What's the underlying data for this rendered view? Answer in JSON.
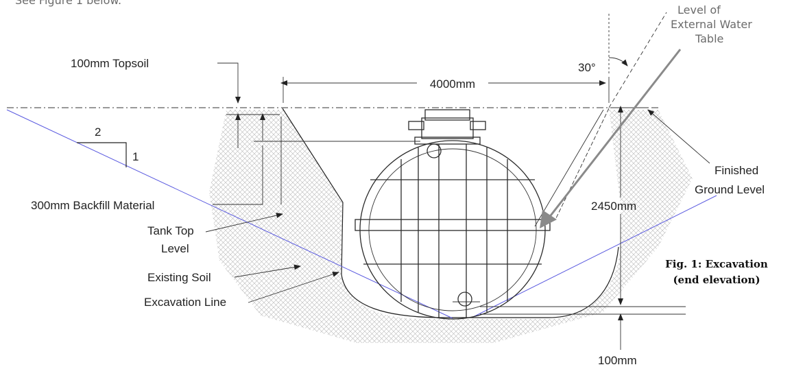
{
  "intro_text": "See Figure 1 below.",
  "figure": {
    "caption_line1": "Fig. 1: Excavation",
    "caption_line2": "(end elevation)"
  },
  "labels": {
    "topsoil": "100mm Topsoil",
    "backfill": "300mm Backfill Material",
    "tank_top_1": "Tank Top",
    "tank_top_2": "Level",
    "existing_soil": "Existing Soil",
    "excavation_line": "Excavation Line",
    "water_table_1": "Level of",
    "water_table_2": "External Water",
    "water_table_3": "Table",
    "finished_ground_1": "Finished",
    "finished_ground_2": "Ground Level"
  },
  "dimensions": {
    "width": "4000mm",
    "depth": "2450mm",
    "bed": "100mm",
    "angle": "30°"
  },
  "slope": {
    "run": "2",
    "rise": "1"
  },
  "colors": {
    "slope_line": "#5a5ae0",
    "arrow_fill": "#8a8a8a",
    "hatch": "#b9b9b9"
  }
}
